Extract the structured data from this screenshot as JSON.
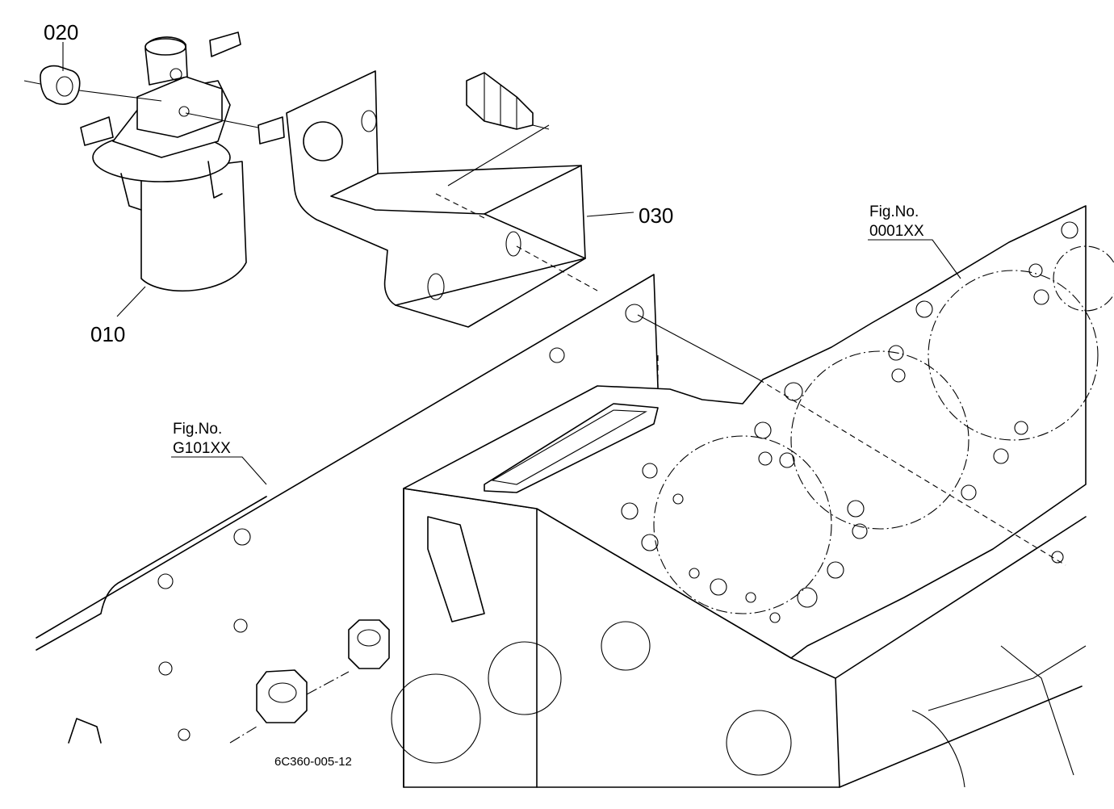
{
  "labels": {
    "part_010": "010",
    "part_020": "020",
    "part_030": "030",
    "fig_ref_1_title": "Fig.No.",
    "fig_ref_1_code": "0001XX",
    "fig_ref_2_title": "Fig.No.",
    "fig_ref_2_code": "G101XX",
    "drawing_number": "6C360-005-12"
  }
}
